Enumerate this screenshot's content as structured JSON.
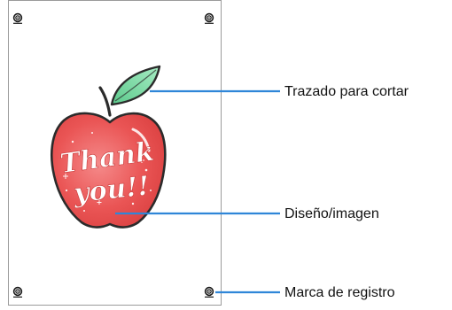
{
  "diagram": {
    "callouts": {
      "cut_path": "Trazado para cortar",
      "design_image": "Diseño/imagen",
      "registration_mark": "Marca de registro"
    },
    "artwork": {
      "text_line1": "Thank",
      "text_line2": "you!!",
      "subject": "apple"
    },
    "colors": {
      "pointer": "#2f86d8",
      "apple": "#e94d4d",
      "apple_light": "#f58a8a",
      "leaf": "#7ed8a5",
      "outline": "#2b2b2b",
      "sheet_border": "#9b9b9b"
    },
    "icons": {
      "registration_mark": "registration-target-icon"
    }
  }
}
